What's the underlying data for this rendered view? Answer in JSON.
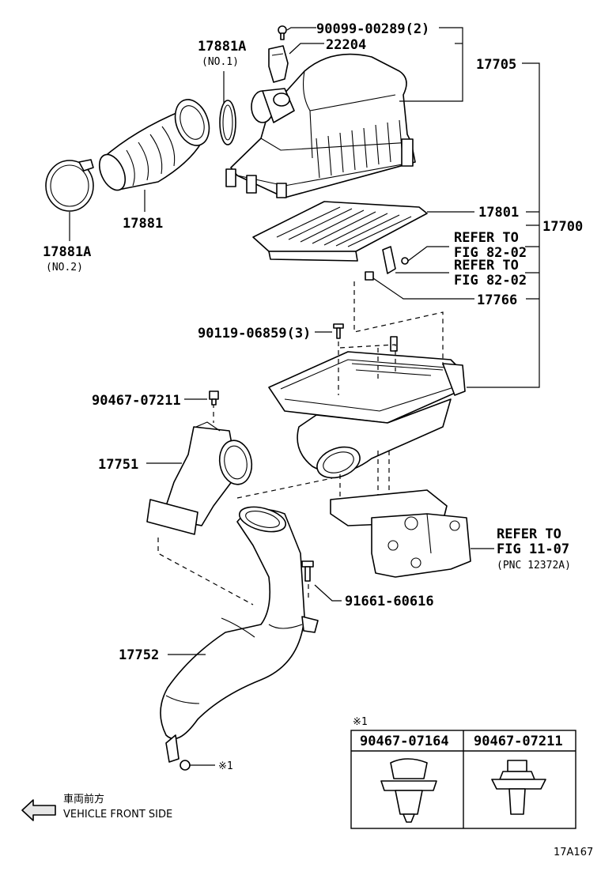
{
  "diagram": {
    "labels": {
      "bolt_90099": "90099-00289(2)",
      "sensor_22204": "22204",
      "cap_17705": "17705",
      "clamp_no1_num": "17881A",
      "clamp_no1_sub": "(NO.1)",
      "hose_17881": "17881",
      "clamp_no2_num": "17881A",
      "clamp_no2_sub": "(NO.2)",
      "element_17801": "17801",
      "assy_17700": "17700",
      "refer1_line1": "REFER TO",
      "refer1_line2": "FIG 82-02",
      "refer2_line1": "REFER TO",
      "refer2_line2": "FIG 82-02",
      "grommet_17766": "17766",
      "bolt_90119": "90119-06859(3)",
      "clip_90467": "90467-07211",
      "inlet_17751": "17751",
      "refer3_line1": "REFER TO",
      "refer3_line2": "FIG 11-07",
      "refer3_line3": "(PNC 12372A)",
      "bolt_91661": "91661-60616",
      "duct_17752": "17752",
      "note_mark": "※1",
      "front_jp": "車両前方",
      "front_en": "VEHICLE FRONT SIDE",
      "figure_code": "17A167"
    },
    "note_table": {
      "title": "※1",
      "col1": "90467-07164",
      "col2": "90467-07211"
    }
  }
}
